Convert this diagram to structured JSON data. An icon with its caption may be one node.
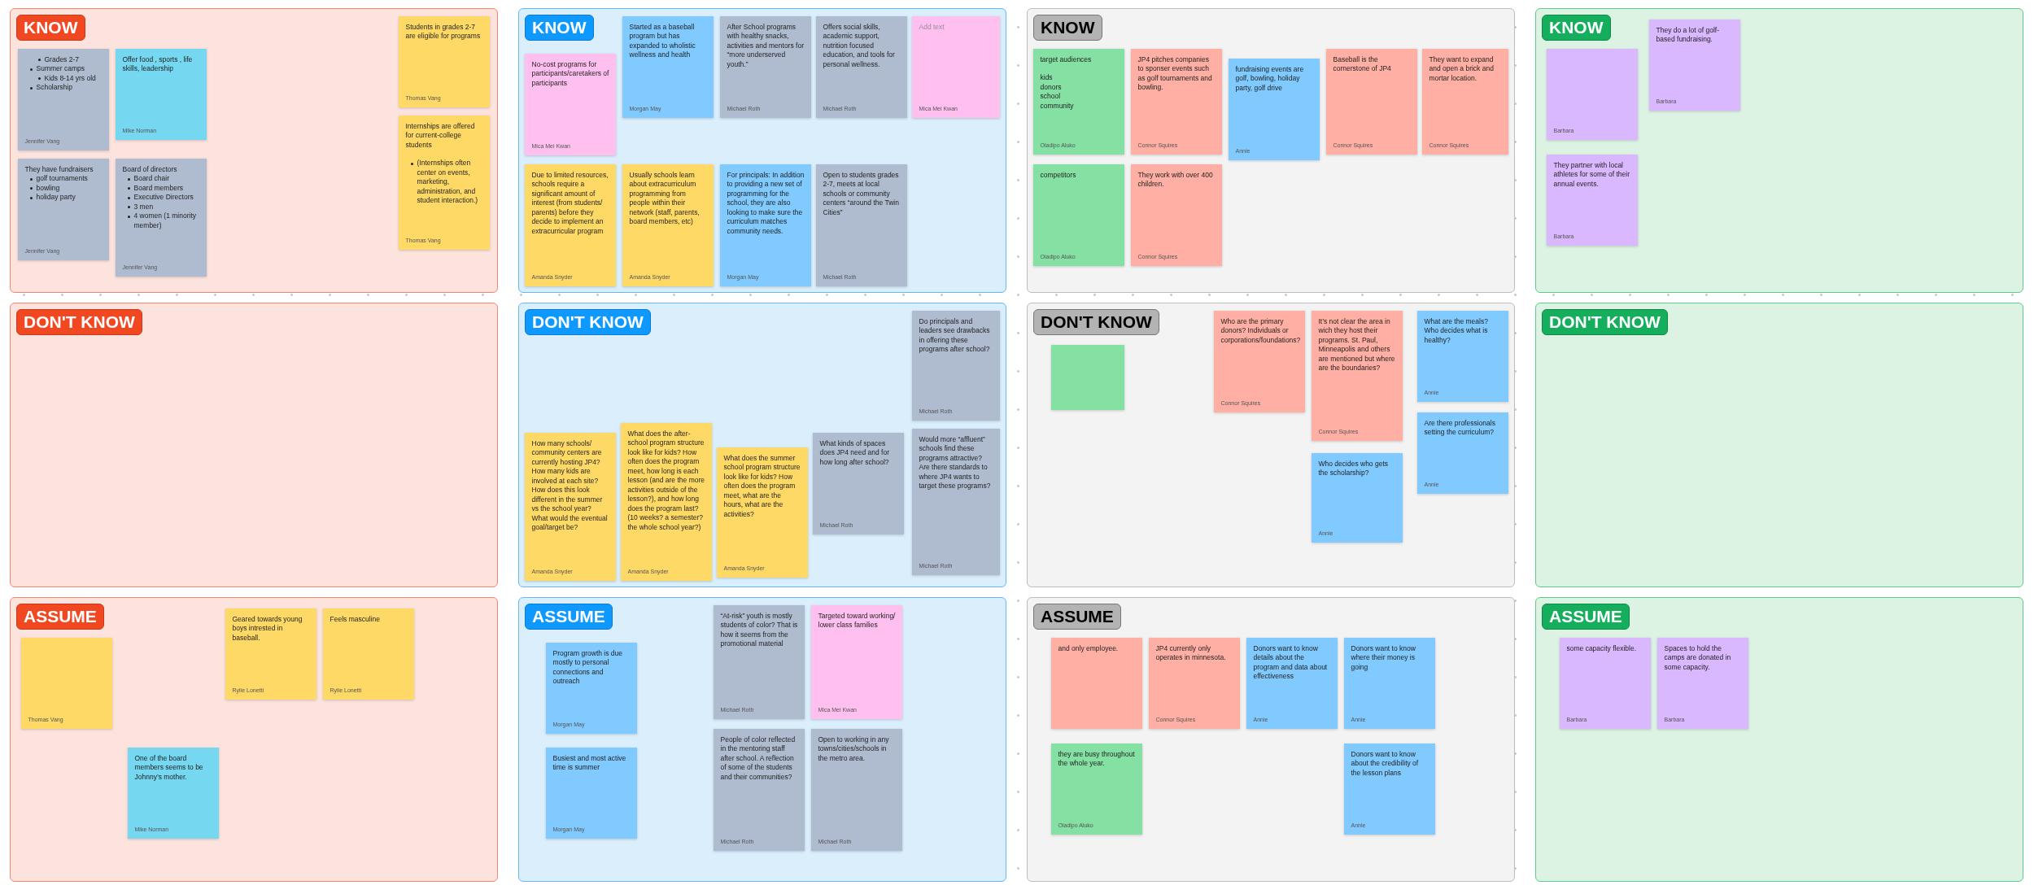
{
  "diagram": {
    "nodes": [
      {
        "text": [
          "KNOW"
        ]
      },
      {
        "text": [
          "Grades 2-7",
          "Summer camps",
          "Kids 8-14 yrs old",
          "Scholarship",
          "Jennifer Vang"
        ],
        "in": 0
      },
      {
        "text": [
          "Offer food , sports , life skills, leadership",
          "Mike Norman"
        ],
        "in": 0
      },
      {
        "text": [
          "Students in grades 2-7 are eligible for programs",
          "Thomas Vang"
        ],
        "in": 0
      },
      {
        "text": [
          "They have fundraisers",
          "golf tournaments",
          "bowling",
          "holiday party",
          "Jennifer Vang"
        ],
        "in": 0
      },
      {
        "text": [
          "Board of directors",
          "Board chair",
          "Board members",
          "Executive Directors",
          "3 men",
          "4 women (1 minority member)",
          "Jennifer Vang"
        ],
        "in": 0
      },
      {
        "text": [
          "Internships are offered for current-college students",
          "(Internships often center on events, marketing, administration, and student interaction.)",
          "Thomas Vang"
        ],
        "in": 0
      },
      {
        "text": [
          "DON'T KNOW"
        ]
      },
      {
        "text": [
          "ASSUME"
        ]
      },
      {
        "text": [
          "Thomas Vang"
        ],
        "in": 8
      },
      {
        "text": [
          "Geared towards young boys intrested in baseball.",
          "Rylie Lonetti"
        ],
        "in": 8
      },
      {
        "text": [
          "Feels masculine",
          "Rylie Lonetti"
        ],
        "in": 8
      },
      {
        "text": [
          "One of the board members seems to be Johnny’s mother.",
          "Mike Norman"
        ],
        "in": 8
      },
      {
        "text": [
          "KNOW"
        ]
      },
      {
        "text": [
          "No-cost programs for participants/caretakers of participants",
          "Mica Mei Kwan"
        ],
        "in": 13
      },
      {
        "text": [
          "Started as a baseball program but has expanded to wholistic wellness and health",
          "Morgan May"
        ],
        "in": 13
      },
      {
        "text": [
          "After School programs with healthy snacks, activities and mentors for “more underserved youth.”",
          "Michael Roth"
        ],
        "in": 13
      },
      {
        "text": [
          "Offers social skills, academic support, nutrition focused education, and tools for personal wellness.",
          "Michael Roth"
        ],
        "in": 13
      },
      {
        "text": [
          "Add text",
          "Mica Mei Kwan"
        ],
        "in": 13
      },
      {
        "text": [
          "Due to limited resources, schools require a significant amount of interest (from students/ parents) before they decide to implement an extracurricular program",
          "Amanda Snyder"
        ],
        "in": 13
      },
      {
        "text": [
          "Usually schools learn about extracurriculum programming from people within their network (staff, parents, board members, etc)",
          "Amanda Snyder"
        ],
        "in": 13
      },
      {
        "text": [
          "For principals: In addition to providing a new set of programming for the school, they are also looking to make sure the curriculum matches community needs.",
          "Morgan May"
        ],
        "in": 13
      },
      {
        "text": [
          "Open to students grades 2-7, meets at local schools or community centers “around the Twin Cities”",
          "Michael Roth"
        ],
        "in": 13
      },
      {
        "text": [
          "DON'T KNOW"
        ]
      },
      {
        "text": [
          "Do principals and leaders see drawbacks in offering these programs after school?",
          "Michael Roth"
        ],
        "in": 23
      },
      {
        "text": [
          "Would more “affluent” schools find these programs attractive? Are there standards to where JP4 wants to target these programs?",
          "Michael Roth"
        ],
        "in": 23
      },
      {
        "text": [
          "How many schools/ community centers are currently hosting JP4? How many kids are involved at each site? How does this look different in the summer vs the school year? What would the eventual goal/target be?",
          "Amanda Snyder"
        ],
        "in": 23
      },
      {
        "text": [
          "What does the after-school program structure look like for kids? How often does the program meet, how long is each lesson (and are the more activities outside of the lesson?), and how long does the program last? (10 weeks? a semester? the whole school year?)",
          "Amanda Snyder"
        ],
        "in": 23
      },
      {
        "text": [
          "What does the summer school program structure look like for kids? How often does the program meet, what are the hours, what are the activities?",
          "Amanda Snyder"
        ],
        "in": 23
      },
      {
        "text": [
          "What kinds of spaces does JP4 need and for how long after school?",
          "Michael Roth"
        ],
        "in": 23
      },
      {
        "text": [
          "ASSUME"
        ]
      },
      {
        "text": [
          "Program growth is due mostly to personal connections and outreach",
          "Morgan May"
        ],
        "in": 30
      },
      {
        "text": [
          "Busiest and most active time is summer",
          "Morgan May"
        ],
        "in": 30
      },
      {
        "text": [
          "“At-risk” youth is mostly students of color? That is how it seems from the promotional material",
          "Michael Roth"
        ],
        "in": 30
      },
      {
        "text": [
          "Targeted toward working/ lower class families",
          "Mica Mei Kwan"
        ],
        "in": 30
      },
      {
        "text": [
          "People of color reflected in the mentoring staff after school. A reflection of some of the students and their communities?",
          "Michael Roth"
        ],
        "in": 30
      },
      {
        "text": [
          "Open to working in any towns/cities/schools in the metro area.",
          "Michael Roth"
        ],
        "in": 30
      },
      {
        "text": [
          "KNOW"
        ]
      },
      {
        "text": [
          "target audiences",
          "kids",
          "donors",
          "school",
          "community",
          "Oladipo Aluko"
        ],
        "in": 37
      },
      {
        "text": [
          "JP4 pitches companies to sponser events such as golf tournaments and bowling.",
          "Connor Squires"
        ],
        "in": 37
      },
      {
        "text": [
          "fundraising events are golf, bowling, holiday party, golf drive",
          "Annie"
        ],
        "in": 37
      },
      {
        "text": [
          "Baseball is the cornerstone of JP4",
          "Connor Squires"
        ],
        "in": 37
      },
      {
        "text": [
          "They want to expand and open a brick and mortar location.",
          "Connor Squires"
        ],
        "in": 37
      },
      {
        "text": [
          "competitors",
          "Oladipo Aluko"
        ],
        "in": 37
      },
      {
        "text": [
          "They work with over 400 children.",
          "Connor Squires"
        ],
        "in": 37
      },
      {
        "text": [
          "DON'T KNOW"
        ]
      },
      {
        "text": [],
        "shape": "box",
        "in": 45
      },
      {
        "text": [
          "Who are the primary donors? Individuals or corporations/foundations?",
          "Connor Squires"
        ],
        "in": 45
      },
      {
        "text": [
          "It’s not clear the area in wich they host their programs. St. Paul, Minneapolis and others are mentioned but where are the boundaries?",
          "Connor Squires"
        ],
        "in": 45
      },
      {
        "text": [
          "What are the meals? Who decides what is healthy?",
          "Annie"
        ],
        "in": 45
      },
      {
        "text": [
          "Are there professionals setting the curriculum?",
          "Annie"
        ],
        "in": 45
      },
      {
        "text": [
          "Who decides who gets the scholarship?",
          "Annie"
        ],
        "in": 45
      },
      {
        "text": [
          "ASSUME"
        ]
      },
      {
        "text": [
          "and only employee."
        ],
        "in": 52
      },
      {
        "text": [
          "JP4 currently only operates in minnesota.",
          "Connor Squires"
        ],
        "in": 52
      },
      {
        "text": [
          "Donors want to know details about the program and data about effectiveness",
          "Annie"
        ],
        "in": 52
      },
      {
        "text": [
          "Donors want to know where their money is going",
          "Annie"
        ],
        "in": 52
      },
      {
        "text": [
          "they are busy throughout the whole year.",
          "Oladipo Aluko"
        ],
        "in": 52
      },
      {
        "text": [
          "Donors want to know about the credibility of the lesson plans",
          "Annie"
        ],
        "in": 52
      },
      {
        "text": [
          "KNOW"
        ]
      },
      {
        "text": [
          "Barbara"
        ],
        "in": 59
      },
      {
        "text": [
          "They do a lot of golf-based fundraising.",
          "Barbara"
        ],
        "in": 59
      },
      {
        "text": [
          "They partner with local athletes for some of their annual events.",
          "Barbara"
        ],
        "in": 59
      },
      {
        "text": [
          "DON'T KNOW"
        ]
      },
      {
        "text": [
          "ASSUME"
        ]
      },
      {
        "text": [
          "some capacity flexible.",
          "Barbara"
        ],
        "in": 64
      },
      {
        "text": [
          "Spaces to hold the camps are donated in some capacity.",
          "Barbara"
        ],
        "in": 64
      }
    ]
  }
}
